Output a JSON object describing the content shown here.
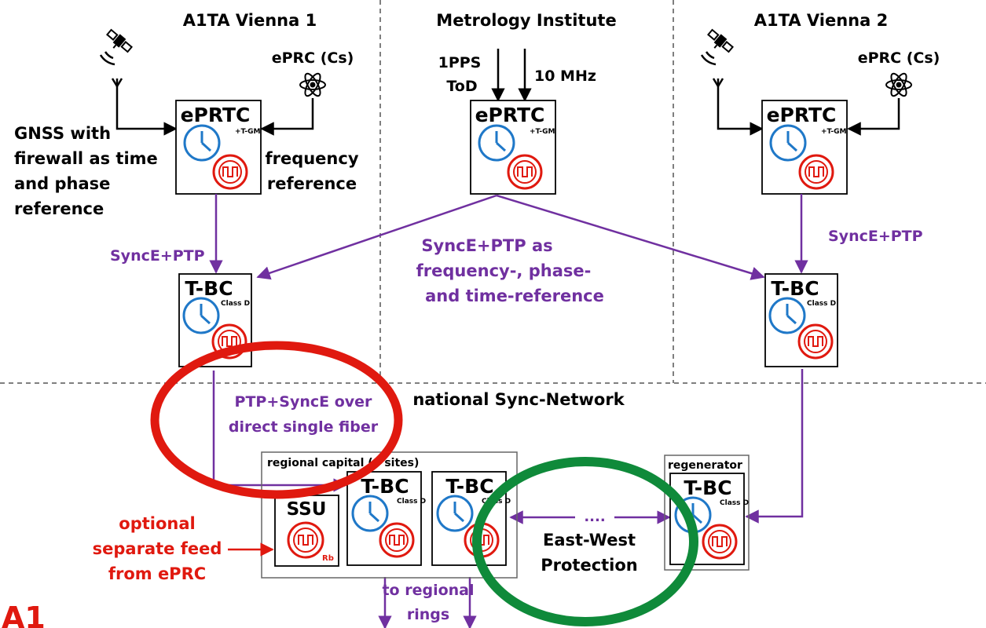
{
  "sites": {
    "left": "A1TA Vienna 1",
    "middle": "Metrology Institute",
    "right": "A1TA Vienna 2"
  },
  "eprtc": {
    "label": "ePRTC",
    "sub": "+T-GM"
  },
  "tbc": {
    "label": "T-BC",
    "sub": "Class D"
  },
  "ssu": {
    "label": "SSU",
    "sub": "Rb"
  },
  "eprc_label": "ePRC (Cs)",
  "gnss_text": [
    "GNSS with",
    "firewall as time",
    "and phase",
    "reference"
  ],
  "freq_text": [
    "frequency",
    "reference"
  ],
  "pps_text": [
    "1PPS",
    "ToD"
  ],
  "mhz_text": "10 MHz",
  "sync_left": "SyncE+PTP",
  "sync_right": "SyncE+PTP",
  "sync_middle": [
    "SyncE+PTP as",
    "frequency-, phase-",
    "and time-reference"
  ],
  "national_label": "national Sync-Network",
  "ptp_text": [
    "PTP+SyncE over",
    "direct single fiber"
  ],
  "regional_label": "regional capital (9 sites)",
  "regenerator_label": "regenerator",
  "optional_text": [
    "optional",
    "separate feed",
    "from ePRC"
  ],
  "ew_text": [
    "East-West",
    "Protection"
  ],
  "ew_dots": "....",
  "rings_text": [
    "to regional",
    "rings"
  ],
  "logo": "A1",
  "colors": {
    "purple": "#7030a0",
    "red": "#e0190f",
    "green": "#0f8a3a",
    "blue": "#1f78c8",
    "black": "#000000"
  }
}
